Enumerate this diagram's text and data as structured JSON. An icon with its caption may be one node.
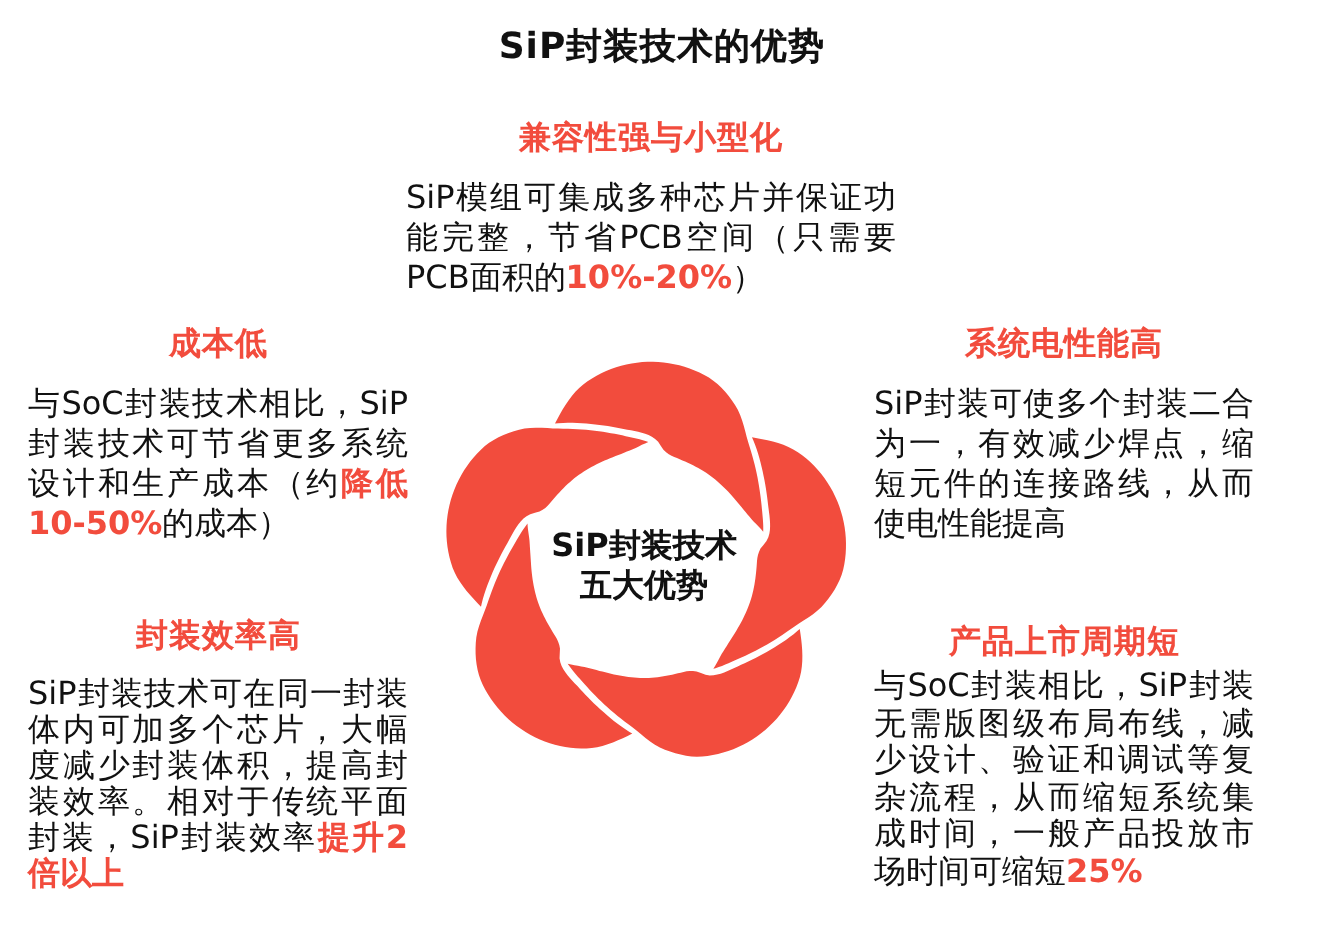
{
  "diagram": {
    "title": "SiP封装技术的优势",
    "nodes": [
      {
        "text": [
          "SiP封装技术五大优势"
        ]
      }
    ],
    "labels": [
      "兼容性强与小型化",
      "SiP模组可集成多种芯片并保证功能完整，节省PCB空间（只需要PCB面积的**10%-20%**）",
      "成本低",
      "与SoC封装技术相比，SiP封装技术可节省更多系统设计和生产成本（约**降低10-50%**的成本）",
      "系统电性能高",
      "SiP封装可使多个封装二合为一，有效减少焊点，缩短元件的连接路线，从而使电性能提高",
      "封装效率高",
      "SiP封装技术可在同一封装体内可加多个芯片，大幅度减少封装体积，提高封装效率。相对于传统平面封装，SiP封装效率**提升2倍以上**",
      "产品上市周期短",
      "与SoC封装相比，SiP封装无需版图级布局布线，减少设计、验证和调试等复杂流程，从而缩短系统集成时间，一般产品投放市场时间可缩短**25%**"
    ]
  }
}
